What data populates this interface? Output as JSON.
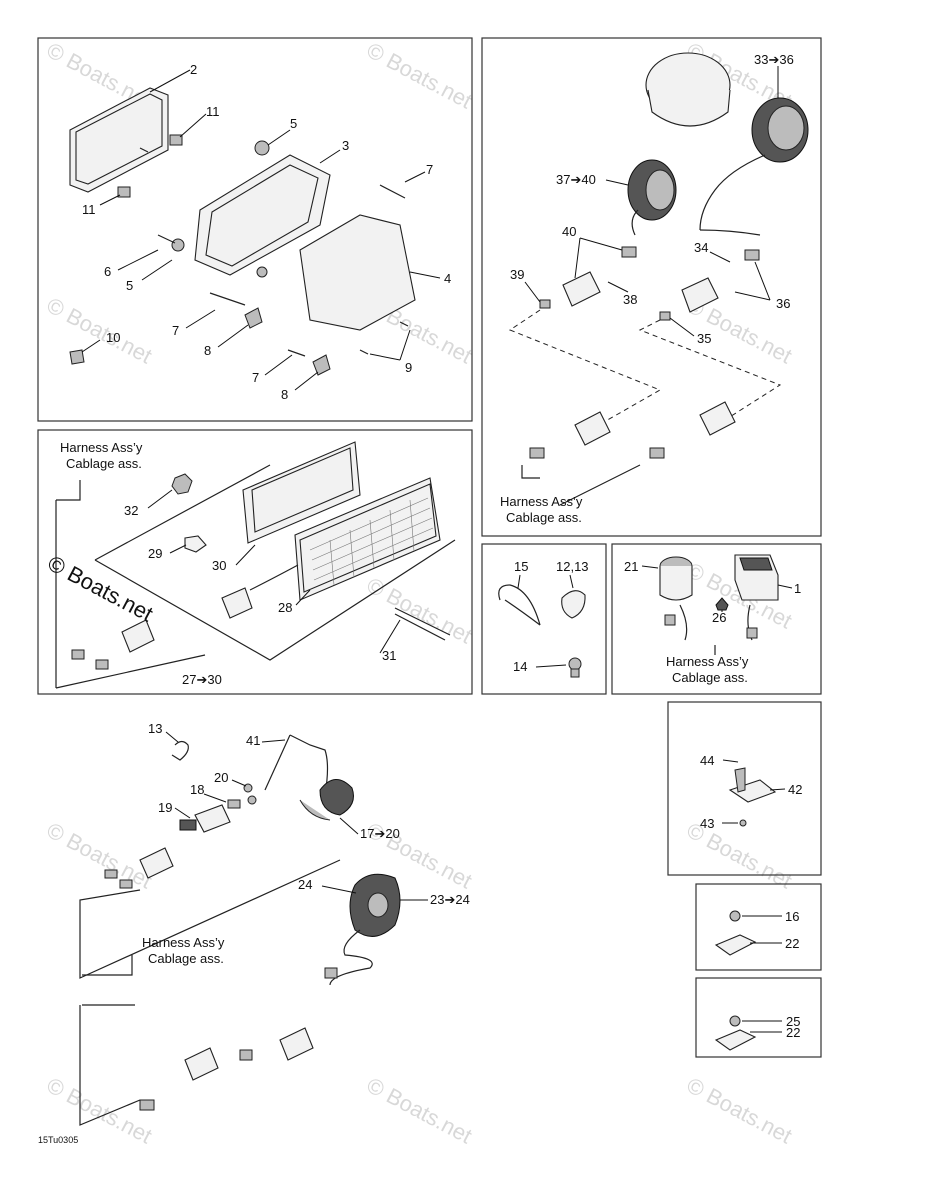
{
  "watermarks": {
    "text": "© Boats.net",
    "prominent_text": "© Boats.net"
  },
  "callouts": {
    "c2": "2",
    "c11a": "11",
    "c11b": "11",
    "c5a": "5",
    "c3": "3",
    "c7a": "7",
    "c6": "6",
    "c5b": "5",
    "c4": "4",
    "c7b": "7",
    "c10": "10",
    "c8a": "8",
    "c9": "9",
    "c7c": "7",
    "c8b": "8",
    "c33_36": "33➔36",
    "c37_40": "37➔40",
    "c40": "40",
    "c34": "34",
    "c39": "39",
    "c38": "38",
    "c36": "36",
    "c35": "35",
    "c32": "32",
    "c29": "29",
    "c30": "30",
    "c28": "28",
    "c31": "31",
    "c27_30": "27➔30",
    "c15": "15",
    "c12_13": "12,13",
    "c14": "14",
    "c21": "21",
    "c1": "1",
    "c26": "26",
    "c13": "13",
    "c41": "41",
    "c20": "20",
    "c18": "18",
    "c19": "19",
    "c17_20": "17➔20",
    "c24": "24",
    "c23_24": "23➔24",
    "c44": "44",
    "c42": "42",
    "c43": "43",
    "c16": "16",
    "c22a": "22",
    "c25": "25",
    "c22b": "22"
  },
  "harness_labels": {
    "line1": "Harness Ass’y",
    "line2": "Cablage ass."
  },
  "figure_code": "15Tu0305"
}
